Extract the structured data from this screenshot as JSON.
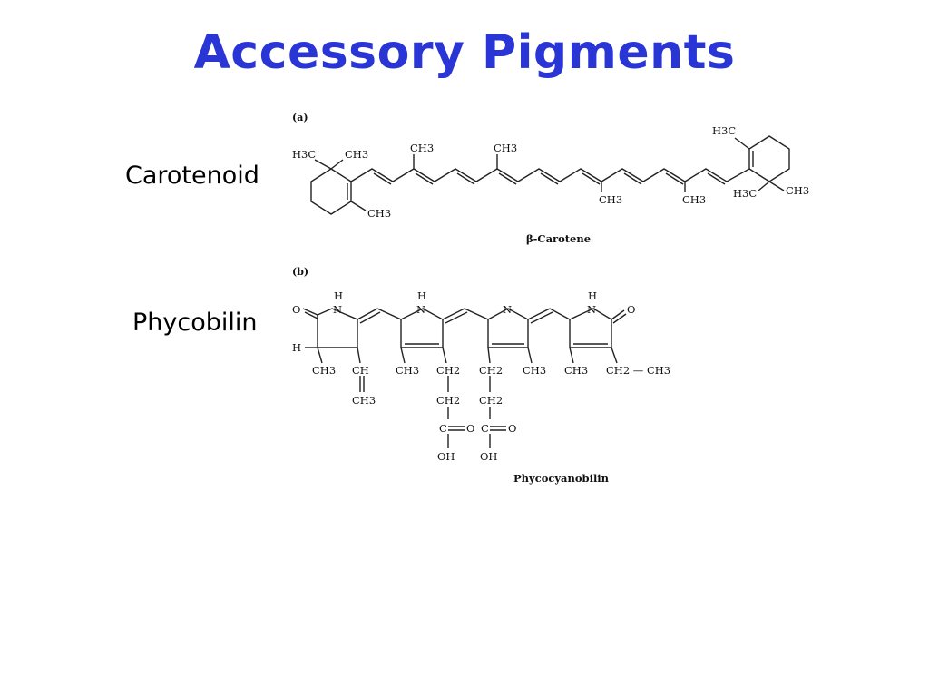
{
  "slide": {
    "title": "Accessory Pigments",
    "labels": {
      "carotenoid": "Carotenoid",
      "phycobilin": "Phycobilin"
    }
  },
  "figure_a": {
    "panel": "(a)",
    "caption": "β-Carotene",
    "groups": {
      "h3c_left": "H3C",
      "ch3_left_top": "CH3",
      "ch3_left_bottom": "CH3",
      "ch3_top_1": "CH3",
      "ch3_top_2": "CH3",
      "ch3_bottom_1": "CH3",
      "ch3_bottom_2": "CH3",
      "h3c_right_top": "H3C",
      "h3c_right_bottom": "H3C",
      "ch3_right": "CH3"
    }
  },
  "figure_b": {
    "panel": "(b)",
    "caption": "Phycocyanobilin",
    "atoms": {
      "h1": "H",
      "h2": "H",
      "h3": "H",
      "n1": "N",
      "n2": "N",
      "n3": "N",
      "n4": "N",
      "o_left": "O",
      "o_right": "O",
      "h_left": "H"
    },
    "groups": {
      "g1": "CH3",
      "g2": "CH",
      "g3": "CH3",
      "g4": "CH2",
      "g5": "CH2",
      "g6": "CH3",
      "g7": "CH3",
      "g8": "CH2 — CH3",
      "g9": "CH3",
      "g10": "CH2",
      "g11": "CH2",
      "c1": "C",
      "o1": "O",
      "c2": "C",
      "o2": "O",
      "oh1": "OH",
      "oh2": "OH"
    }
  }
}
